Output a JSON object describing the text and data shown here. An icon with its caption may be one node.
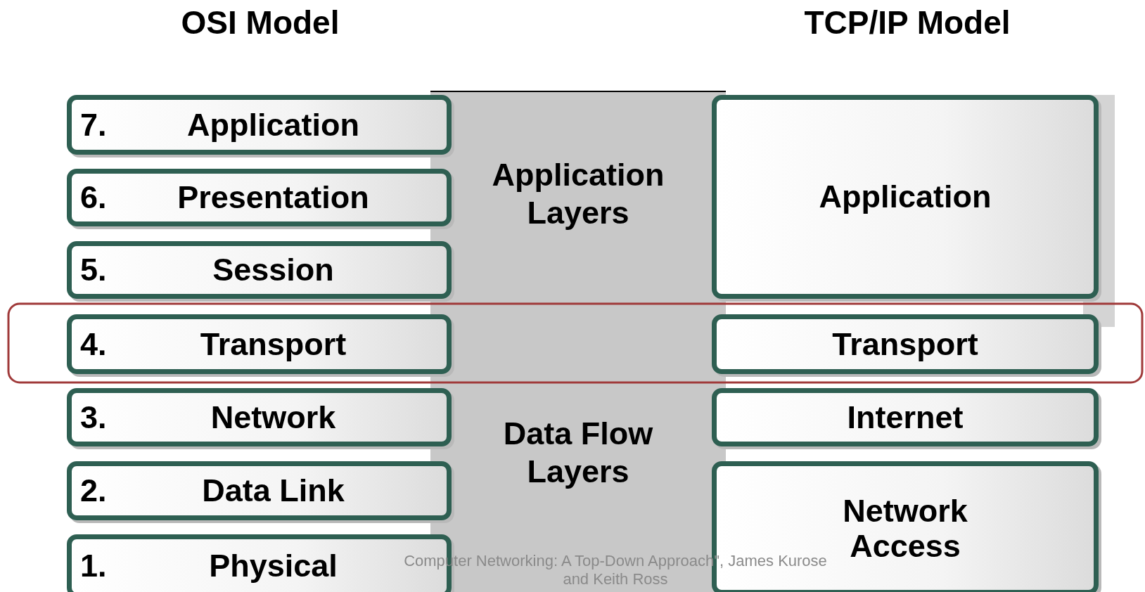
{
  "diagram": {
    "nodes": [
      {
        "text": [
          "7.",
          "Application"
        ]
      },
      {
        "text": [
          "6.",
          "Presentation"
        ]
      },
      {
        "text": [
          "5.",
          "Session"
        ]
      },
      {
        "text": [
          "4.",
          "Transport"
        ]
      },
      {
        "text": [
          "3.",
          "Network"
        ]
      },
      {
        "text": [
          "2.",
          "Data Link"
        ]
      },
      {
        "text": [
          "1.",
          "Physical"
        ]
      },
      {
        "text": [
          "Application"
        ]
      },
      {
        "text": [
          "Transport"
        ]
      },
      {
        "text": [
          "Internet"
        ]
      },
      {
        "text": [
          "Network Access"
        ]
      }
    ],
    "labels": [
      "OSI Model",
      "TCP/IP Model",
      "Application Layers",
      "Data Flow Layers",
      "Computer Networking: A Top-Down Approach\", James Kurose and Keith Ross"
    ]
  }
}
